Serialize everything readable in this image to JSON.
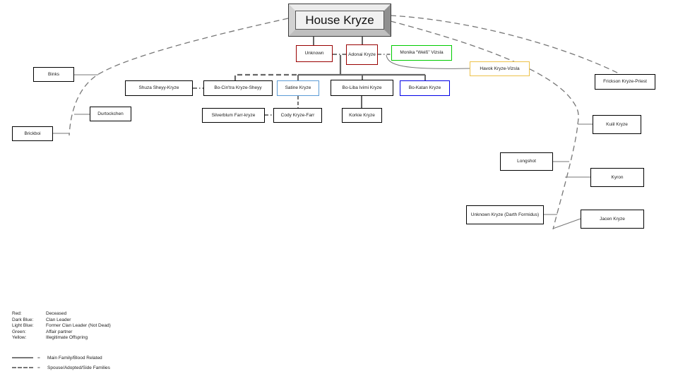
{
  "diagram": {
    "title": "House Kryze",
    "nodes": {
      "unknown": "Unknown",
      "adonai": "Adonai Kryze",
      "monika": "Monika “Weiß” Vizsla",
      "havok": "Havok Kryze-Vizsla",
      "shuza": "Shuza Sheyy-Kryze",
      "bo_cintra": "Bo-Cin'tra Kryze-Sheyy",
      "satine": "Satine Kryze",
      "bo_liba": "Bo-Liba Ivimi Kryze",
      "bo_katan": "Bo-Katan Kryze",
      "silverblum": "Silverblum Farr-kryze",
      "cody": "Cody Kryze-Farr",
      "korkie": "Korkie Kryze",
      "binks": "Binks",
      "durtockchen": "Durtockchen",
      "brickboi": "Brickboi",
      "frickson": "Frickson Kryze-Priest",
      "kuiil": "Kuiil Kryze",
      "longshot": "Longshot",
      "kyron": "Kyron",
      "unknown_darth": "Unknown Kryze (Darth Formidus)",
      "jacen": "Jacen Kryze"
    }
  },
  "legend": {
    "colors": [
      {
        "name": "Red:",
        "desc": "Deceased"
      },
      {
        "name": "Dark Blue:",
        "desc": "Clan Leader"
      },
      {
        "name": "Light Blue:",
        "desc": "Former Clan Leader (Not Dead)"
      },
      {
        "name": "Green:",
        "desc": "Affair partner"
      },
      {
        "name": "Yellow:",
        "desc": "Illegitimate Offspring"
      }
    ],
    "lines": [
      {
        "eq": "=",
        "desc": "Main Family/Blood Related",
        "style": "solid"
      },
      {
        "eq": "=",
        "desc": "Spouse/Adopted/Side Families",
        "style": "dashed"
      }
    ]
  },
  "colors": {
    "deceased_red": "#990000",
    "clan_leader_blue": "#0000e6",
    "former_leader_blue": "#5b9bd5",
    "affair_green": "#00cc00",
    "illegitimate_yellow": "#edc24a",
    "line_gray": "#666666"
  }
}
